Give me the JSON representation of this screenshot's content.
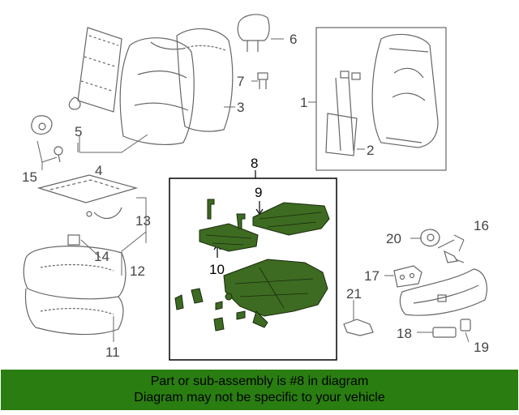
{
  "callouts": {
    "c1": "1",
    "c2": "2",
    "c3": "3",
    "c4": "4",
    "c5": "5",
    "c6": "6",
    "c7": "7",
    "c8": "8",
    "c9": "9",
    "c10": "10",
    "c11": "11",
    "c12": "12",
    "c13": "13",
    "c14": "14",
    "c15": "15",
    "c16": "16",
    "c17": "17",
    "c18": "18",
    "c19": "19",
    "c20": "20",
    "c21": "21"
  },
  "highlight_color": "#3d6b21",
  "banner": {
    "line1": "Part or sub-assembly is #8 in diagram",
    "line2": "Diagram may not be specific to your vehicle",
    "background": "#2a7d10"
  }
}
